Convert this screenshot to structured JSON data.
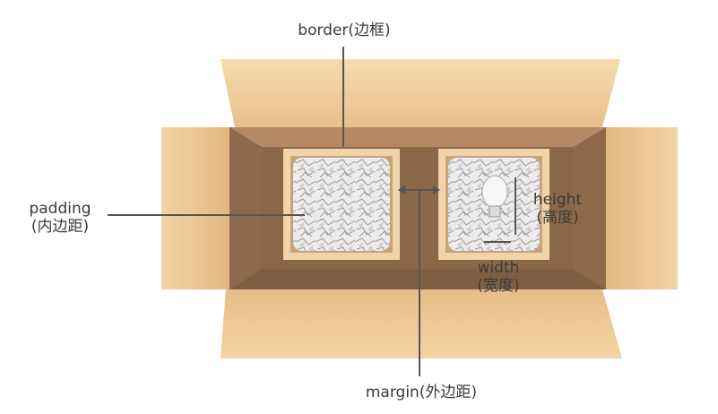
{
  "labels": {
    "border": "border(边框)",
    "padding_en": "padding",
    "padding_zh": "(内边距)",
    "height_en": "height",
    "height_zh": "(高度)",
    "width_en": "width",
    "width_zh": "(宽度)",
    "margin": "margin(外边距)"
  },
  "colors": {
    "flap_light": "#f4d5a3",
    "flap_mid": "#e9c08a",
    "box_inner": "#a17a58",
    "box_floor": "#8c6a4b",
    "compartment_border": "#efd3a8",
    "paper": "#e9e9e9",
    "line": "#555555",
    "text": "#3a3a3a"
  }
}
